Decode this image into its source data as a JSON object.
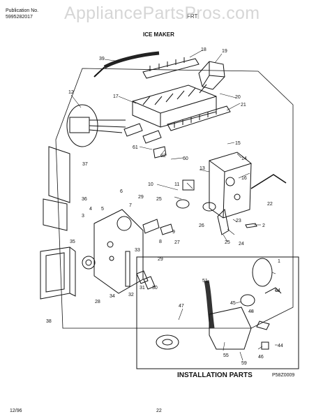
{
  "header": {
    "publication_label": "Publication No.",
    "publication_number": "5995282017",
    "model_partial": "FRT",
    "watermark": "AppliancePartsPros.com",
    "title": "ICE MAKER"
  },
  "callouts": [
    "1",
    "2",
    "3",
    "4",
    "5",
    "6",
    "7",
    "8",
    "9",
    "10",
    "11",
    "12",
    "13",
    "14",
    "15",
    "16",
    "17",
    "18",
    "19",
    "20",
    "21",
    "22",
    "23",
    "24",
    "25",
    "26",
    "27",
    "28",
    "29",
    "30",
    "31",
    "32",
    "33",
    "34",
    "35",
    "36",
    "37",
    "38",
    "39",
    "44",
    "45",
    "46",
    "47",
    "48",
    "51",
    "55",
    "59",
    "60",
    "61",
    "62",
    "64"
  ],
  "installation_label": "INSTALLATION PARTS",
  "diagram_code": "P58Z0009",
  "footer": {
    "date": "12/96",
    "page": "22"
  }
}
